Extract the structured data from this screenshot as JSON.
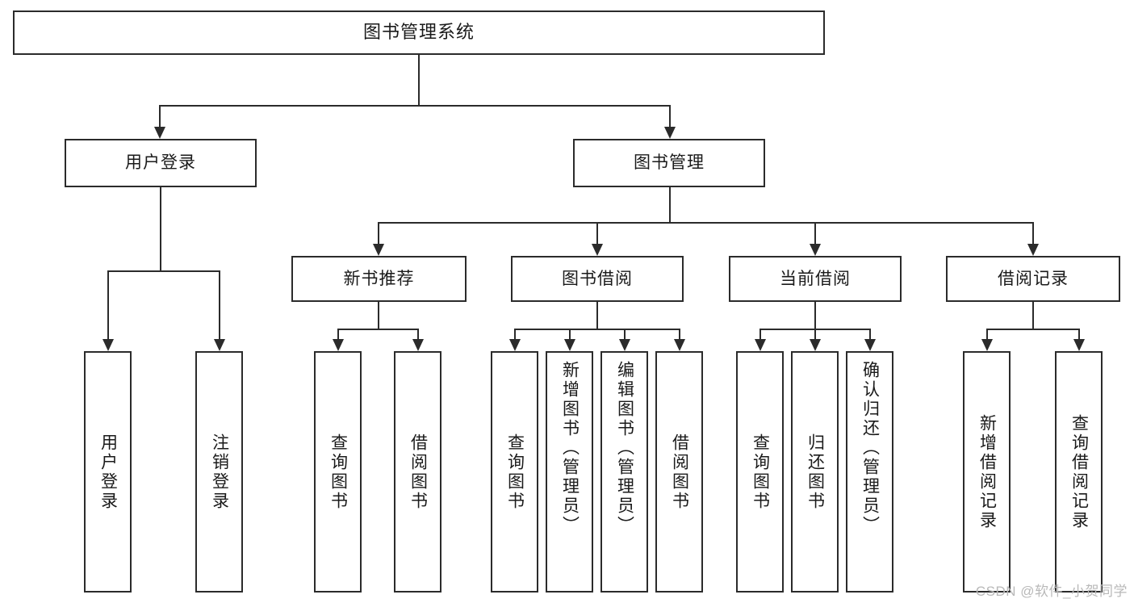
{
  "diagram": {
    "type": "tree",
    "title": "图书管理系统",
    "watermark": "CSDN @软件_小贺同学",
    "colors": {
      "stroke": "#2b2b2b",
      "fill": "#ffffff",
      "text": "#1a1a1a",
      "watermark": "#b9b9b9"
    },
    "root": {
      "label": "图书管理系统"
    },
    "level2": [
      {
        "label": "用户登录"
      },
      {
        "label": "图书管理"
      }
    ],
    "level3": [
      {
        "label": "新书推荐"
      },
      {
        "label": "图书借阅"
      },
      {
        "label": "当前借阅"
      },
      {
        "label": "借阅记录"
      }
    ],
    "leaves": {
      "user_login": [
        {
          "label": "用户登录"
        },
        {
          "label": "注销登录"
        }
      ],
      "new_book": [
        {
          "label": "查询图书"
        },
        {
          "label": "借阅图书"
        }
      ],
      "borrow_book": [
        {
          "label": "查询图书"
        },
        {
          "label": "新增图书（管理员）"
        },
        {
          "label": "编辑图书（管理员）"
        },
        {
          "label": "借阅图书"
        }
      ],
      "current_borrow": [
        {
          "label": "查询图书"
        },
        {
          "label": "归还图书"
        },
        {
          "label": "确认归还（管理员）"
        }
      ],
      "borrow_record": [
        {
          "label": "新增借阅记录"
        },
        {
          "label": "查询借阅记录"
        }
      ]
    }
  }
}
